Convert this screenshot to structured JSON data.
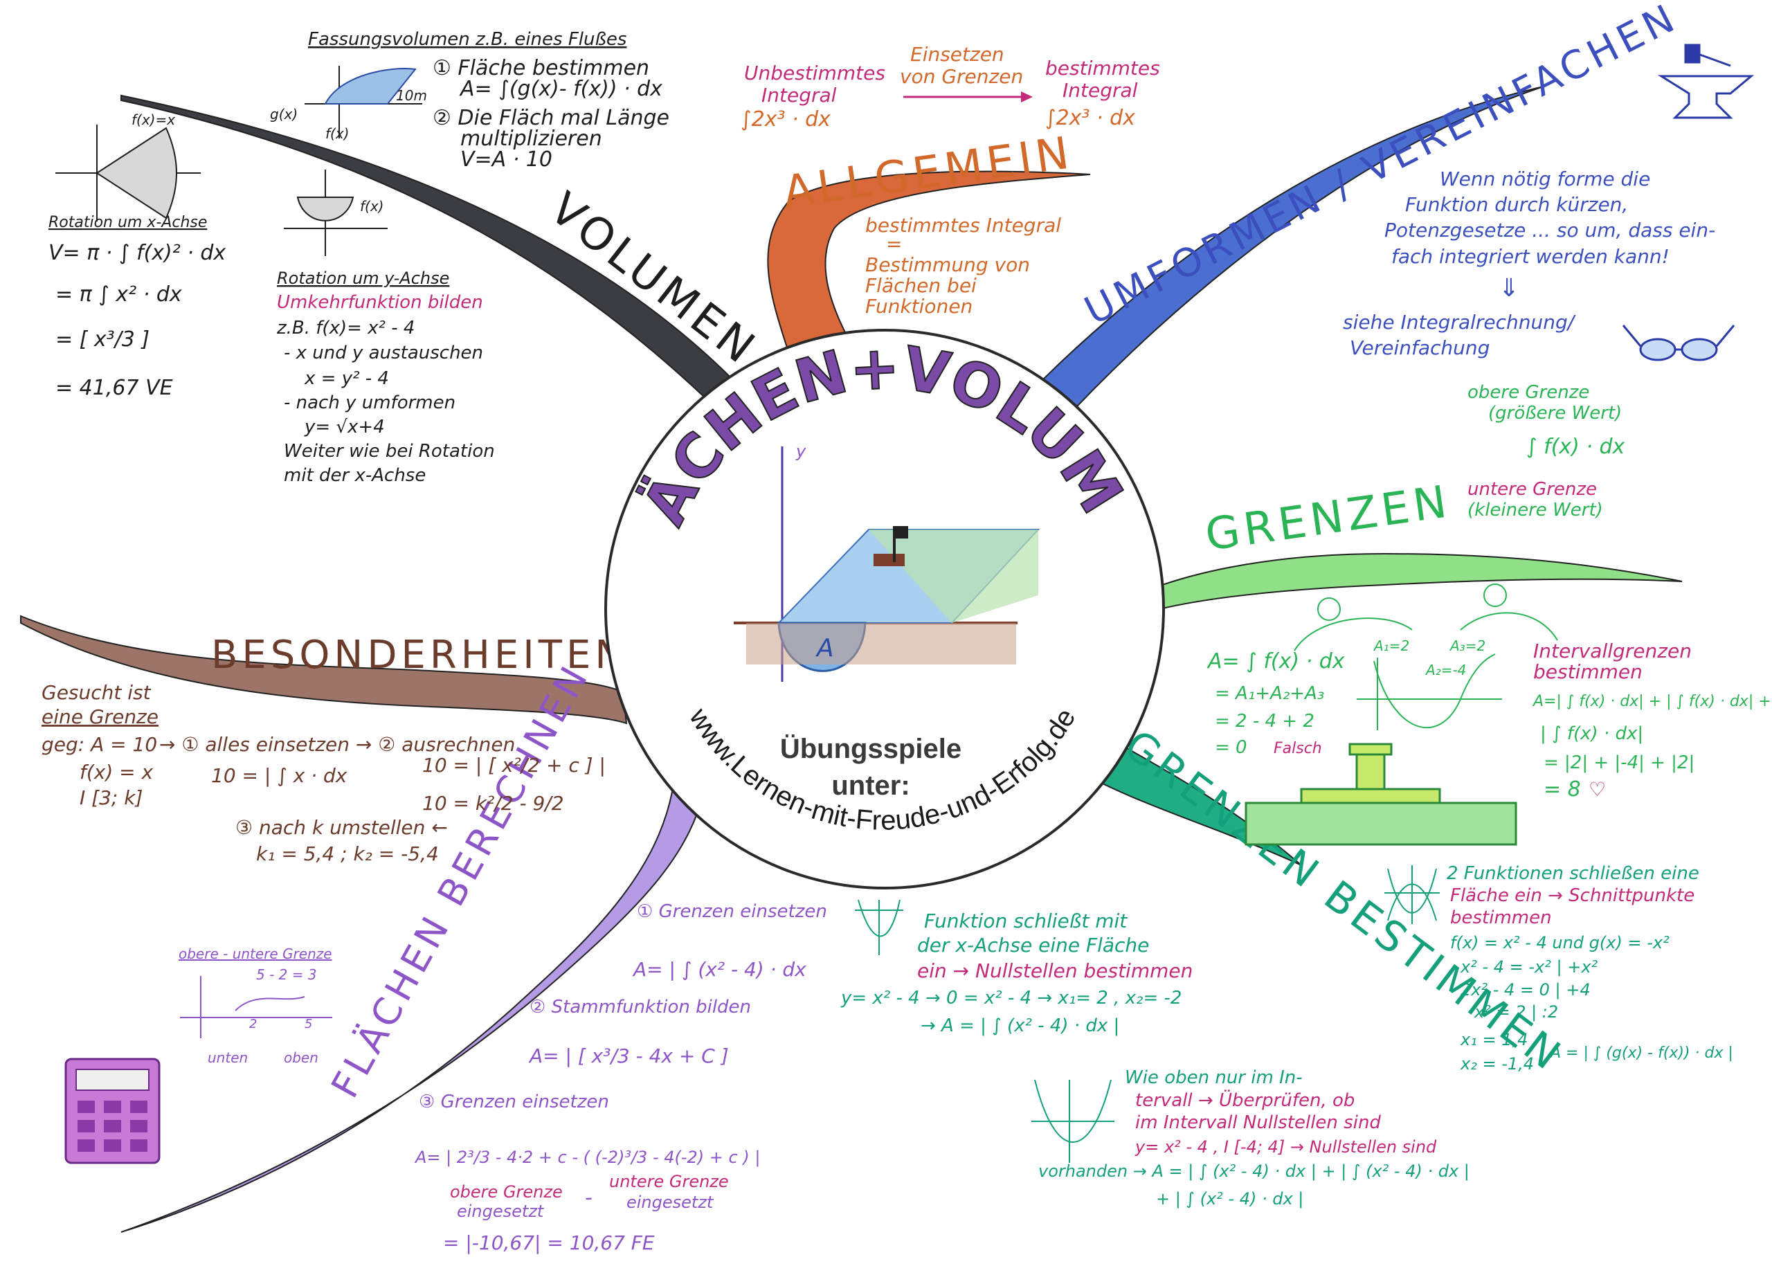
{
  "colors": {
    "volumen": "#3c3c43",
    "allgemein": "#d9683a",
    "umformen": "#4a6fd1",
    "grenzen": "#8fe086",
    "grenzen_bestimmen": "#1fae84",
    "flaechen_berechnen": "#b59ae6",
    "besonderheiten": "#9c7468",
    "text_black": "#1e1e1e",
    "text_orange": "#d2692a",
    "text_pink": "#c32a7a",
    "text_blue": "#3c4fbf",
    "text_green": "#2bb455",
    "text_brown": "#6b3b2b",
    "text_purple": "#8e55c8",
    "text_teal": "#14a07a"
  },
  "center": {
    "title": "FLÄCHEN+VOLUMEN",
    "line1": "Übungsspiele",
    "line2": "unter:",
    "url": "www.Lernen-mit-Freude-und-Erfolg.de",
    "sketch_label_A": "A",
    "sketch_axis_y": "y"
  },
  "branches": {
    "volumen": "VOLUMEN",
    "allgemein": "ALLGEMEIN",
    "umformen": "UMFORMEN / VEREINFACHEN",
    "grenzen": "GRENZEN",
    "grenzen_bestimmen": "GRENZEN BESTIMMEN",
    "flaechen_berechnen": "FLÄCHEN BERECHNEN",
    "besonderheiten": "BESONDERHEITEN"
  },
  "volumen_notes": {
    "fluss_title": "Fassungsvolumen z.B. eines Flußes",
    "fluss_1": "① Fläche bestimmen",
    "fluss_2": "A= ∫(g(x)- f(x)) · dx",
    "fluss_3": "② Die Fläch mal Länge",
    "fluss_4": "multiplizieren",
    "fluss_5": "V=A · 10",
    "sketch_gx": "g(x)",
    "sketch_fx": "f(x)",
    "sketch_10m": "10m",
    "rot_x_fx": "f(x)=x",
    "rot_x_title": "Rotation um x-Achse",
    "rot_x_1": "V= π · ∫ f(x)² · dx",
    "rot_x_2": "= π ∫ x² · dx",
    "rot_x_3": "= [ x³/3 ]",
    "rot_x_4": "= 41,67 VE",
    "rot_y_fx": "f(x)",
    "rot_y_title": "Rotation um y-Achse",
    "rot_y_1": "Umkehrfunktion bilden",
    "rot_y_2": "z.B. f(x)= x² - 4",
    "rot_y_3": "- x und y austauschen",
    "rot_y_4": "x = y² - 4",
    "rot_y_5": "- nach y umformen",
    "rot_y_6": "y= √x+4",
    "rot_y_7": "Weiter wie bei Rotation",
    "rot_y_8": "mit der x-Achse"
  },
  "allgemein_notes": {
    "unbestimmt_1": "Unbestimmtes",
    "unbestimmt_2": "Integral",
    "unbestimmt_3": "∫2x³ · dx",
    "einsetzen_1": "Einsetzen",
    "einsetzen_2": "von Grenzen",
    "bestimmt_1": "bestimmtes",
    "bestimmt_2": "Integral",
    "bestimmt_3": "∫2x³ · dx",
    "def_1": "bestimmtes Integral",
    "def_2": "=",
    "def_3": "Bestimmung von",
    "def_4": "Flächen bei",
    "def_5": "Funktionen"
  },
  "umformen_notes": {
    "l1": "Wenn nötig forme die",
    "l2": "Funktion durch kürzen,",
    "l3": "Potenzgesetze ... so um, dass ein-",
    "l4": "fach integriert werden kann!",
    "l5": "⇓",
    "l6": "siehe Integralrechnung/",
    "l7": "Vereinfachung"
  },
  "grenzen_notes": {
    "obere_1": "obere Grenze",
    "obere_2": "(größere Wert)",
    "integral": "∫ f(x) · dx",
    "untere_1": "untere Grenze",
    "untere_2": "(kleinere Wert)",
    "a_left_1": "A= ∫ f(x) · dx",
    "a_left_2": "= A₁+A₂+A₃",
    "a_left_3": "= 2 - 4 + 2",
    "a_left_4": "= 0",
    "falsch": "Falsch",
    "a1": "A₁=2",
    "a2": "A₂=-4",
    "a3": "A₃=2",
    "right_title_1": "Intervallgrenzen",
    "right_title_2": "bestimmen",
    "right_1": "A=| ∫ f(x) · dx| + | ∫ f(x) · dx| +",
    "right_2": "| ∫ f(x) · dx|",
    "right_3": "= |2| + |-4| + |2|",
    "right_4": "= 8"
  },
  "grenzen_bestimmen_notes": {
    "top_1": "Funktion schließt mit",
    "top_2": "der x-Achse eine Fläche",
    "top_3": "ein → Nullstellen bestimmen",
    "top_4": "y= x² - 4 →  0 = x² - 4  → x₁= 2 , x₂= -2",
    "top_5": "→ A = | ∫ (x² - 4) · dx |",
    "mid_1": "Wie oben nur im In-",
    "mid_2": "tervall → Überprüfen, ob",
    "mid_3": "im Intervall Nullstellen sind",
    "mid_4": "y= x² - 4 ,  I [-4; 4] → Nullstellen sind",
    "mid_5": "vorhanden → A = | ∫ (x² - 4) · dx | + | ∫ (x² - 4) · dx |",
    "mid_6": "+ | ∫ (x² - 4) · dx |",
    "right_1": "2 Funktionen schließen eine",
    "right_2": "Fläche ein → Schnittpunkte",
    "right_3": "bestimmen",
    "right_4": "f(x) = x² - 4   und   g(x) = -x²",
    "right_5": "x² - 4 = -x²       | +x²",
    "right_6": "2x² - 4 = 0        | +4",
    "right_7": "x² = 2             | :2",
    "right_8": "x₁ = 1,4",
    "right_9": "x₂ = -1,4",
    "right_10": "A = | ∫ (g(x) - f(x)) · dx |"
  },
  "flaechen_notes": {
    "s1_title": "① Grenzen einsetzen",
    "s1_f": "A= | ∫ (x² - 4) · dx",
    "s2_title": "② Stammfunktion bilden",
    "s2_f": "A= | [ x³/3 - 4x + C ]",
    "s3_title": "③ Grenzen einsetzen",
    "s3_f": "A= | 2³/3 - 4·2 + c - ( (-2)³/3 - 4(-2) + c ) |",
    "obere_1": "obere Grenze",
    "obere_2": "eingesetzt",
    "minus": "-",
    "untere_1": "untere Grenze",
    "untere_2": "eingesetzt",
    "result": "= |-10,67| = 10,67 FE",
    "side_title": "obere - untere Grenze",
    "side_calc": "5 - 2 = 3",
    "unten": "unten",
    "oben": "oben",
    "tick2": "2",
    "tick5": "5"
  },
  "besonderheiten_notes": {
    "l1": "Gesucht ist",
    "l2": "eine Grenze",
    "l3": "geg: A = 10",
    "l4": "f(x) = x",
    "l5": "I [3; k]",
    "step1": "→ ① alles einsetzen  →  ② ausrechnen",
    "eq1": "10 = | ∫ x · dx",
    "eq2": "10 = | [ x²/2 + c ] |",
    "eq3": "10 = k²/2 - 9/2",
    "step3": "③ nach k umstellen ←",
    "res": "k₁ = 5,4  ;  k₂ = -5,4"
  }
}
